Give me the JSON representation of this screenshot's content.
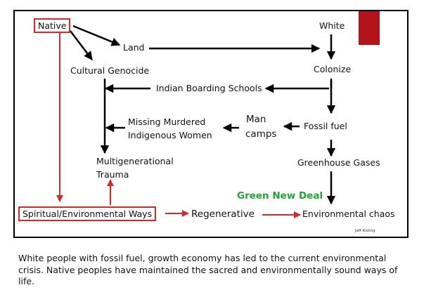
{
  "diagram": {
    "nodes": {
      "native": "Native",
      "white": "White",
      "land": "Land",
      "cultural_genocide": "Cultural Genocide",
      "colonize": "Colonize",
      "indian_boarding_schools": "Indian Boarding Schools",
      "missing_murdered_line1": "Missing Murdered",
      "missing_murdered_line2": "Indigenous Women",
      "man_camps_line1": "Man",
      "man_camps_line2": "camps",
      "fossil_fuel": "Fossil fuel",
      "multigenerational_line1": "Multigenerational",
      "multigenerational_line2": "Trauma",
      "greenhouse_gases": "Greenhouse Gases",
      "green_new_deal": "Green New Deal",
      "spiritual_ways": "Spiritual/Environmental Ways",
      "regenerative": "Regenerative",
      "environmental_chaos": "Environmental chaos",
      "credit": "Jeff Kisling"
    },
    "colors": {
      "red": "#d42a2a",
      "dark_red": "#b3141b",
      "green": "#22a33a",
      "black": "#000000"
    }
  },
  "caption": "White people with fossil fuel, growth economy has led to the current environmental crisis. Native peoples have maintained the sacred and environmentally sound ways of life."
}
